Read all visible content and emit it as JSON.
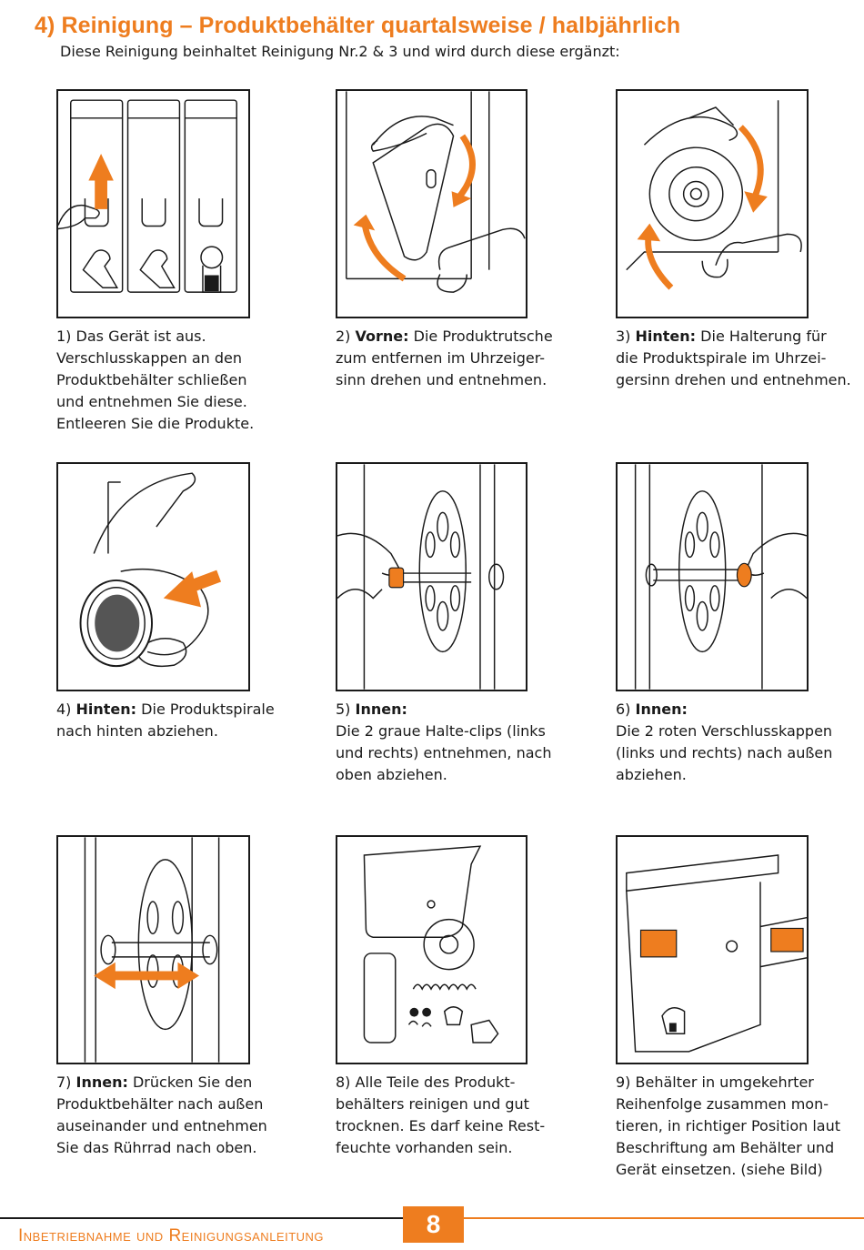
{
  "header": {
    "title": "4) Reinigung – Produktbehälter quartalsweise / halbjährlich",
    "subtitle": "Diese Reinigung beinhaltet Reinigung Nr.2 & 3 und wird durch diese ergänzt:"
  },
  "steps": [
    {
      "num": "1)",
      "bold": "",
      "text": "Das Gerät ist aus. Verschlusskappen an den Produktbehälter schließen und entnehmen Sie diese. Entleeren Sie die Produkte."
    },
    {
      "num": "2)",
      "bold": "Vorne:",
      "text": "Die Produktrutsche zum entfernen im Uhrzeiger-sinn drehen und entnehmen."
    },
    {
      "num": "3)",
      "bold": "Hinten:",
      "text": "Die Halterung für die Produktspirale im Uhrzei-gersinn drehen und entnehmen."
    },
    {
      "num": "4)",
      "bold": "Hinten:",
      "text": "Die Produktspirale nach hinten abziehen."
    },
    {
      "num": "5)",
      "bold": "Innen:",
      "text": "Die 2 graue Halte-clips (links und rechts) entnehmen, nach oben abziehen."
    },
    {
      "num": "6)",
      "bold": "Innen:",
      "text": "Die 2 roten Verschlusskappen (links und rechts) nach außen abziehen."
    },
    {
      "num": "7)",
      "bold": "Innen:",
      "text": "Drücken Sie den Produktbehälter nach außen auseinander und entnehmen Sie das Rührrad nach oben."
    },
    {
      "num": "8)",
      "bold": "",
      "text": "Alle Teile des Produkt-behälters reinigen und gut trocknen. Es darf keine Rest-feuchte vorhanden sein."
    },
    {
      "num": "9)",
      "bold": "",
      "text": "Behälter in umgekehrter Reihenfolge zusammen mon-tieren, in richtiger Position laut Beschriftung am Behälter und Gerät einsetzen. (siehe Bild)"
    }
  ],
  "footer": {
    "title": "Inbetriebnahme und Reinigungsanleitung",
    "page": "8"
  },
  "colors": {
    "accent": "#ee7d1f",
    "text": "#1a1a1a"
  }
}
